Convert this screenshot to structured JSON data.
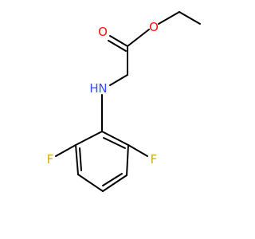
{
  "molecule": {
    "atoms": {
      "carbonyl_o": {
        "symbol": "O",
        "color": "#ff0d0d"
      },
      "ester_o": {
        "symbol": "O",
        "color": "#ff0d0d"
      },
      "amine_n": {
        "symbol": "N",
        "color": "#3050f8"
      },
      "amine_h": {
        "symbol": "H",
        "color": "#3050f8"
      },
      "fluorine_left": {
        "symbol": "F",
        "color": "#daa520"
      },
      "fluorine_right": {
        "symbol": "F",
        "color": "#daa520"
      }
    },
    "bond_color": "#000000"
  }
}
